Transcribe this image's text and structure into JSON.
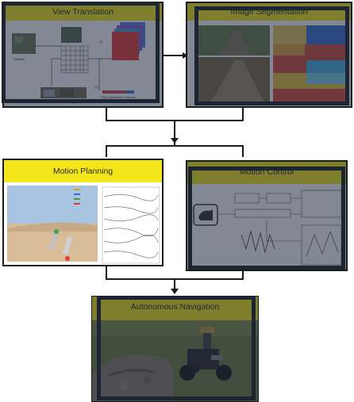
{
  "panels": {
    "view_translation": {
      "title": "View Translation",
      "labels": {
        "step1": "(1)",
        "step2": "(2)",
        "street": "Street View Images",
        "repr": "Representation Features",
        "sat": "Satellite"
      }
    },
    "image_segmentation": {
      "title": "Image Segmentation"
    },
    "motion_planning": {
      "title": "Motion Planning"
    },
    "motion_control": {
      "title": "Motion Control"
    },
    "autonomous_navigation": {
      "title": "Autonomous Navigation"
    }
  },
  "colors": {
    "title_bar": "#f3e61a",
    "overlay": "#1e283c",
    "frame": "#1d2432",
    "connector": "#1a1a1a"
  }
}
